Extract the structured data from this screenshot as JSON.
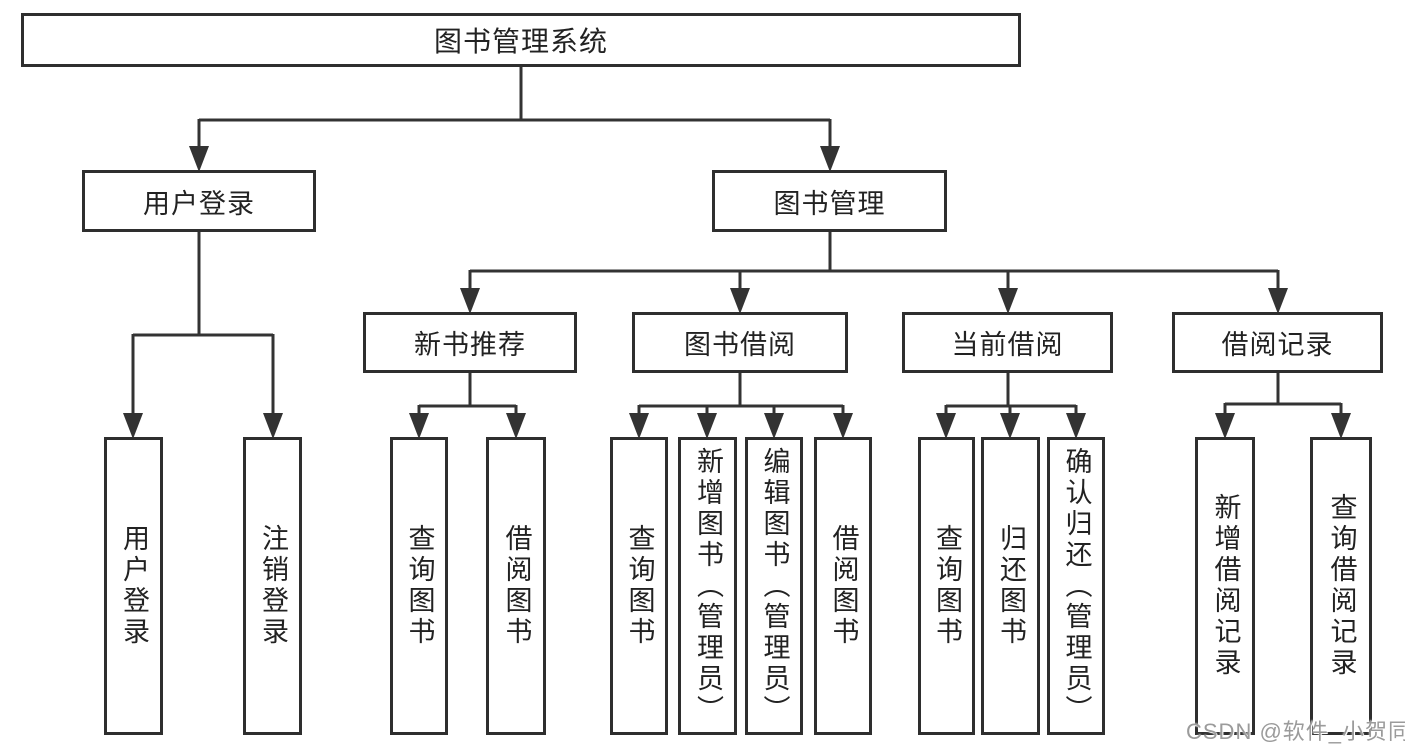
{
  "diagram": {
    "colors": {
      "line": "#333333",
      "box_border": "#2e2e2e",
      "text": "#222222",
      "watermark": "#9b9b9b",
      "background": "#ffffff"
    },
    "nodes": {
      "root": {
        "label": "图书管理系统"
      },
      "branches": [
        {
          "label": "用户登录"
        },
        {
          "label": "图书管理"
        }
      ],
      "modules": [
        {
          "label": "新书推荐"
        },
        {
          "label": "图书借阅"
        },
        {
          "label": "当前借阅"
        },
        {
          "label": "借阅记录"
        }
      ],
      "leaves": {
        "user_login": [
          {
            "label": "用户登录"
          },
          {
            "label": "注销登录"
          }
        ],
        "new_book_recommend": [
          {
            "label": "查询图书"
          },
          {
            "label": "借阅图书"
          }
        ],
        "book_borrowing": [
          {
            "label": "查询图书"
          },
          {
            "label": "新增图书（管理员）"
          },
          {
            "label": "编辑图书（管理员）"
          },
          {
            "label": "借阅图书"
          }
        ],
        "current_borrowing": [
          {
            "label": "查询图书"
          },
          {
            "label": "归还图书"
          },
          {
            "label": "确认归还（管理员）"
          }
        ],
        "borrowing_records": [
          {
            "label": "新增借阅记录"
          },
          {
            "label": "查询借阅记录"
          }
        ]
      }
    },
    "watermark": {
      "text": "CSDN @软件_小贺同学"
    }
  }
}
